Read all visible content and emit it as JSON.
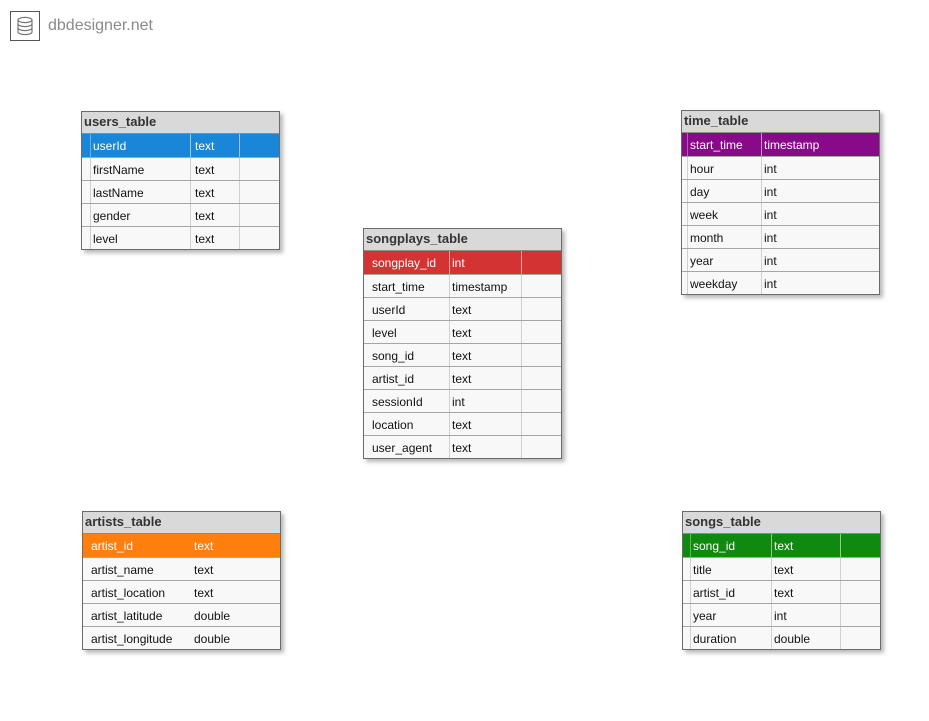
{
  "brand": {
    "text": "dbdesigner.net",
    "icon": "database-icon"
  },
  "colors": {
    "users_pk": "#1a86d8",
    "time_pk": "#880a88",
    "songplays_pk": "#d33333",
    "artists_pk": "#ff7f0e",
    "songs_pk": "#0f8a0f"
  },
  "tables": {
    "users": {
      "title": "users_table",
      "rows": [
        {
          "field": "userId",
          "type": "text"
        },
        {
          "field": "firstName",
          "type": "text"
        },
        {
          "field": "lastName",
          "type": "text"
        },
        {
          "field": "gender",
          "type": "text"
        },
        {
          "field": "level",
          "type": "text"
        }
      ]
    },
    "time": {
      "title": "time_table",
      "rows": [
        {
          "field": "start_time",
          "type": "timestamp"
        },
        {
          "field": "hour",
          "type": "int"
        },
        {
          "field": "day",
          "type": "int"
        },
        {
          "field": "week",
          "type": "int"
        },
        {
          "field": "month",
          "type": "int"
        },
        {
          "field": "year",
          "type": "int"
        },
        {
          "field": "weekday",
          "type": "int"
        }
      ]
    },
    "songplays": {
      "title": "songplays_table",
      "rows": [
        {
          "field": "songplay_id",
          "type": "int"
        },
        {
          "field": "start_time",
          "type": "timestamp"
        },
        {
          "field": "userId",
          "type": "text"
        },
        {
          "field": "level",
          "type": "text"
        },
        {
          "field": "song_id",
          "type": "text"
        },
        {
          "field": "artist_id",
          "type": "text"
        },
        {
          "field": "sessionId",
          "type": "int"
        },
        {
          "field": "location",
          "type": "text"
        },
        {
          "field": "user_agent",
          "type": "text"
        }
      ]
    },
    "artists": {
      "title": "artists_table",
      "rows": [
        {
          "field": "artist_id",
          "type": "text"
        },
        {
          "field": "artist_name",
          "type": "text"
        },
        {
          "field": "artist_location",
          "type": "text"
        },
        {
          "field": "artist_latitude",
          "type": "double"
        },
        {
          "field": "artist_longitude",
          "type": "double"
        }
      ]
    },
    "songs": {
      "title": "songs_table",
      "rows": [
        {
          "field": "song_id",
          "type": "text"
        },
        {
          "field": "title",
          "type": "text"
        },
        {
          "field": "artist_id",
          "type": "text"
        },
        {
          "field": "year",
          "type": "int"
        },
        {
          "field": "duration",
          "type": "double"
        }
      ]
    }
  }
}
